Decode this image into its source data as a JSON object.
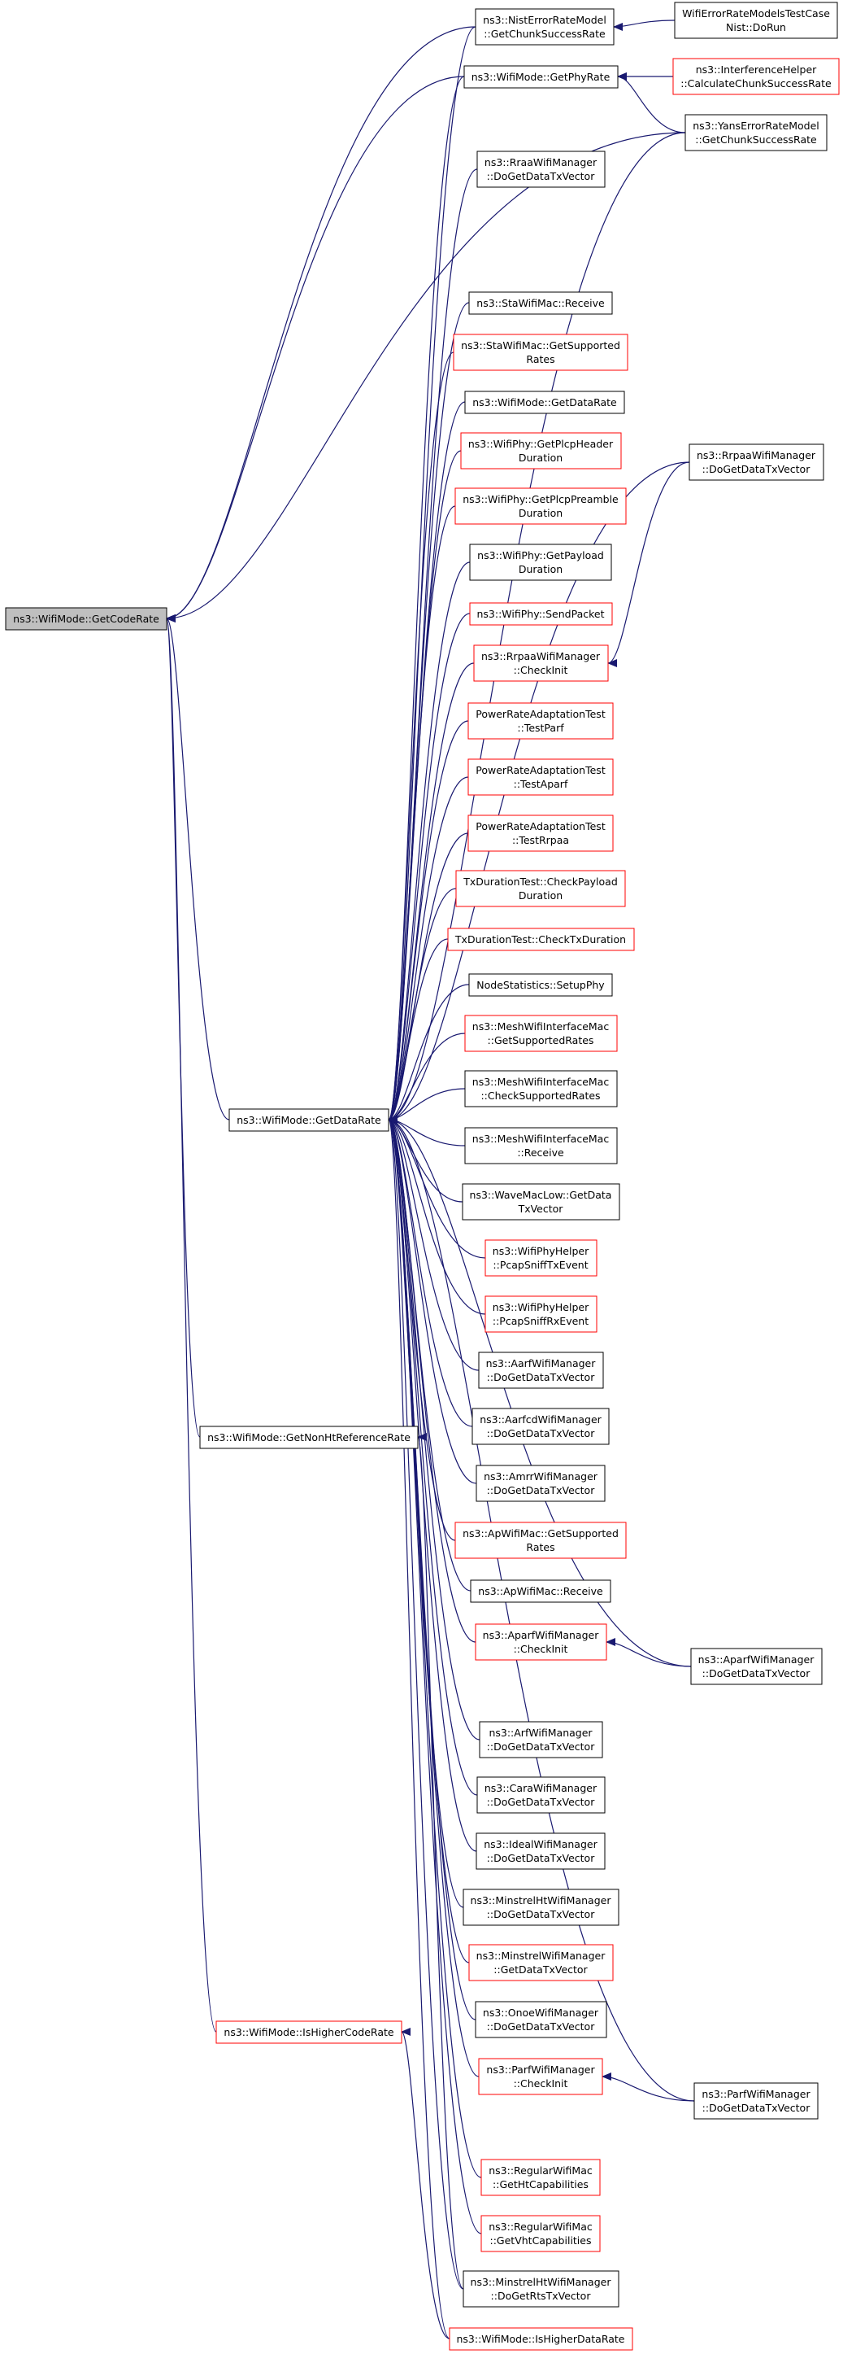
{
  "colors": {
    "edge": "#191970",
    "border_normal": "#000000",
    "border_red": "#ff0000",
    "root_fill": "#bfbfbf",
    "node_fill": "#ffffff",
    "text": "#000000"
  },
  "nodes": [
    {
      "id": "get-code-rate",
      "lines": [
        "ns3::WifiMode::GetCodeRate"
      ],
      "style": "root"
    },
    {
      "id": "get-data-rate-mid",
      "lines": [
        "ns3::WifiMode::GetDataRate"
      ],
      "style": "normal"
    },
    {
      "id": "get-non-ht-reference-rate",
      "lines": [
        "ns3::WifiMode::GetNonHtReferenceRate"
      ],
      "style": "normal"
    },
    {
      "id": "is-higher-code-rate",
      "lines": [
        "ns3::WifiMode::IsHigherCodeRate"
      ],
      "style": "red"
    },
    {
      "id": "nist-get-chunk-success-rate",
      "lines": [
        "ns3::NistErrorRateModel",
        "::GetChunkSuccessRate"
      ],
      "style": "normal"
    },
    {
      "id": "get-phy-rate",
      "lines": [
        "ns3::WifiMode::GetPhyRate"
      ],
      "style": "normal"
    },
    {
      "id": "rraa-do-get-data-tx-vector",
      "lines": [
        "ns3::RraaWifiManager",
        "::DoGetDataTxVector"
      ],
      "style": "normal"
    },
    {
      "id": "sta-receive",
      "lines": [
        "ns3::StaWifiMac::Receive"
      ],
      "style": "normal"
    },
    {
      "id": "sta-get-supported-rates",
      "lines": [
        "ns3::StaWifiMac::GetSupported",
        "Rates"
      ],
      "style": "red"
    },
    {
      "id": "get-data-rate-right",
      "lines": [
        "ns3::WifiMode::GetDataRate"
      ],
      "style": "normal"
    },
    {
      "id": "get-plcp-header-duration",
      "lines": [
        "ns3::WifiPhy::GetPlcpHeader",
        "Duration"
      ],
      "style": "red"
    },
    {
      "id": "get-plcp-preamble-duration",
      "lines": [
        "ns3::WifiPhy::GetPlcpPreamble",
        "Duration"
      ],
      "style": "red"
    },
    {
      "id": "get-payload-duration",
      "lines": [
        "ns3::WifiPhy::GetPayload",
        "Duration"
      ],
      "style": "normal"
    },
    {
      "id": "send-packet",
      "lines": [
        "ns3::WifiPhy::SendPacket"
      ],
      "style": "red"
    },
    {
      "id": "rrpaa-check-init",
      "lines": [
        "ns3::RrpaaWifiManager",
        "::CheckInit"
      ],
      "style": "red"
    },
    {
      "id": "test-parf",
      "lines": [
        "PowerRateAdaptationTest",
        "::TestParf"
      ],
      "style": "red"
    },
    {
      "id": "test-aparf",
      "lines": [
        "PowerRateAdaptationTest",
        "::TestAparf"
      ],
      "style": "red"
    },
    {
      "id": "test-rrpaa",
      "lines": [
        "PowerRateAdaptationTest",
        "::TestRrpaa"
      ],
      "style": "red"
    },
    {
      "id": "check-payload-duration",
      "lines": [
        "TxDurationTest::CheckPayload",
        "Duration"
      ],
      "style": "red"
    },
    {
      "id": "check-tx-duration",
      "lines": [
        "TxDurationTest::CheckTxDuration"
      ],
      "style": "red"
    },
    {
      "id": "setup-phy",
      "lines": [
        "NodeStatistics::SetupPhy"
      ],
      "style": "normal"
    },
    {
      "id": "mesh-get-supported-rates",
      "lines": [
        "ns3::MeshWifiInterfaceMac",
        "::GetSupportedRates"
      ],
      "style": "red"
    },
    {
      "id": "mesh-check-supported-rates",
      "lines": [
        "ns3::MeshWifiInterfaceMac",
        "::CheckSupportedRates"
      ],
      "style": "normal"
    },
    {
      "id": "mesh-receive",
      "lines": [
        "ns3::MeshWifiInterfaceMac",
        "::Receive"
      ],
      "style": "normal"
    },
    {
      "id": "wave-get-data-tx-vector",
      "lines": [
        "ns3::WaveMacLow::GetData",
        "TxVector"
      ],
      "style": "normal"
    },
    {
      "id": "pcap-sniff-tx-event",
      "lines": [
        "ns3::WifiPhyHelper",
        "::PcapSniffTxEvent"
      ],
      "style": "red"
    },
    {
      "id": "pcap-sniff-rx-event",
      "lines": [
        "ns3::WifiPhyHelper",
        "::PcapSniffRxEvent"
      ],
      "style": "red"
    },
    {
      "id": "aarf-do-get-data-tx-vector",
      "lines": [
        "ns3::AarfWifiManager",
        "::DoGetDataTxVector"
      ],
      "style": "normal"
    },
    {
      "id": "aarfcd-do-get-data-tx-vector",
      "lines": [
        "ns3::AarfcdWifiManager",
        "::DoGetDataTxVector"
      ],
      "style": "normal"
    },
    {
      "id": "amrr-do-get-data-tx-vector",
      "lines": [
        "ns3::AmrrWifiManager",
        "::DoGetDataTxVector"
      ],
      "style": "normal"
    },
    {
      "id": "ap-get-supported-rates",
      "lines": [
        "ns3::ApWifiMac::GetSupported",
        "Rates"
      ],
      "style": "red"
    },
    {
      "id": "ap-receive",
      "lines": [
        "ns3::ApWifiMac::Receive"
      ],
      "style": "normal"
    },
    {
      "id": "aparf-check-init",
      "lines": [
        "ns3::AparfWifiManager",
        "::CheckInit"
      ],
      "style": "red"
    },
    {
      "id": "arf-do-get-data-tx-vector",
      "lines": [
        "ns3::ArfWifiManager",
        "::DoGetDataTxVector"
      ],
      "style": "normal"
    },
    {
      "id": "cara-do-get-data-tx-vector",
      "lines": [
        "ns3::CaraWifiManager",
        "::DoGetDataTxVector"
      ],
      "style": "normal"
    },
    {
      "id": "ideal-do-get-data-tx-vector",
      "lines": [
        "ns3::IdealWifiManager",
        "::DoGetDataTxVector"
      ],
      "style": "normal"
    },
    {
      "id": "minstrel-ht-do-get-data-tx-vector",
      "lines": [
        "ns3::MinstrelHtWifiManager",
        "::DoGetDataTxVector"
      ],
      "style": "normal"
    },
    {
      "id": "minstrel-get-data-tx-vector",
      "lines": [
        "ns3::MinstrelWifiManager",
        "::GetDataTxVector"
      ],
      "style": "red"
    },
    {
      "id": "onoe-do-get-data-tx-vector",
      "lines": [
        "ns3::OnoeWifiManager",
        "::DoGetDataTxVector"
      ],
      "style": "normal"
    },
    {
      "id": "parf-check-init",
      "lines": [
        "ns3::ParfWifiManager",
        "::CheckInit"
      ],
      "style": "red"
    },
    {
      "id": "regular-get-ht-capabilities",
      "lines": [
        "ns3::RegularWifiMac",
        "::GetHtCapabilities"
      ],
      "style": "red"
    },
    {
      "id": "regular-get-vht-capabilities",
      "lines": [
        "ns3::RegularWifiMac",
        "::GetVhtCapabilities"
      ],
      "style": "red"
    },
    {
      "id": "minstrel-ht-do-get-rts-tx-vector",
      "lines": [
        "ns3::MinstrelHtWifiManager",
        "::DoGetRtsTxVector"
      ],
      "style": "normal"
    },
    {
      "id": "is-higher-data-rate",
      "lines": [
        "ns3::WifiMode::IsHigherDataRate"
      ],
      "style": "red"
    },
    {
      "id": "nist-do-run",
      "lines": [
        "WifiErrorRateModelsTestCase",
        "Nist::DoRun"
      ],
      "style": "normal"
    },
    {
      "id": "calculate-chunk-success-rate",
      "lines": [
        "ns3::InterferenceHelper",
        "::CalculateChunkSuccessRate"
      ],
      "style": "red"
    },
    {
      "id": "yans-get-chunk-success-rate",
      "lines": [
        "ns3::YansErrorRateModel",
        "::GetChunkSuccessRate"
      ],
      "style": "normal"
    },
    {
      "id": "rrpaa-do-get-data-tx-vector",
      "lines": [
        "ns3::RrpaaWifiManager",
        "::DoGetDataTxVector"
      ],
      "style": "normal"
    },
    {
      "id": "aparf-do-get-data-tx-vector",
      "lines": [
        "ns3::AparfWifiManager",
        "::DoGetDataTxVector"
      ],
      "style": "normal"
    },
    {
      "id": "parf-do-get-data-tx-vector",
      "lines": [
        "ns3::ParfWifiManager",
        "::DoGetDataTxVector"
      ],
      "style": "normal"
    }
  ],
  "edges": [
    {
      "from": "nist-get-chunk-success-rate",
      "to": "get-code-rate"
    },
    {
      "from": "get-phy-rate",
      "to": "get-code-rate"
    },
    {
      "from": "yans-get-chunk-success-rate",
      "to": "get-code-rate"
    },
    {
      "from": "get-data-rate-mid",
      "to": "get-code-rate"
    },
    {
      "from": "get-non-ht-reference-rate",
      "to": "get-code-rate"
    },
    {
      "from": "is-higher-code-rate",
      "to": "get-code-rate"
    },
    {
      "from": "nist-do-run",
      "to": "nist-get-chunk-success-rate"
    },
    {
      "from": "calculate-chunk-success-rate",
      "to": "get-phy-rate"
    },
    {
      "from": "yans-get-chunk-success-rate",
      "to": "get-phy-rate"
    },
    {
      "from": "rrpaa-do-get-data-tx-vector",
      "to": "rrpaa-check-init"
    },
    {
      "from": "aparf-do-get-data-tx-vector",
      "to": "aparf-check-init"
    },
    {
      "from": "parf-do-get-data-tx-vector",
      "to": "parf-check-init"
    },
    {
      "from": "minstrel-ht-do-get-rts-tx-vector",
      "to": "get-non-ht-reference-rate"
    },
    {
      "from": "is-higher-data-rate",
      "to": "is-higher-code-rate"
    },
    {
      "from": "nist-get-chunk-success-rate",
      "to": "get-data-rate-mid"
    },
    {
      "from": "get-phy-rate",
      "to": "get-data-rate-mid"
    },
    {
      "from": "rraa-do-get-data-tx-vector",
      "to": "get-data-rate-mid"
    },
    {
      "from": "yans-get-chunk-success-rate",
      "to": "get-data-rate-mid"
    },
    {
      "from": "rrpaa-do-get-data-tx-vector",
      "to": "get-data-rate-mid"
    },
    {
      "from": "sta-receive",
      "to": "get-data-rate-mid"
    },
    {
      "from": "sta-get-supported-rates",
      "to": "get-data-rate-mid"
    },
    {
      "from": "get-data-rate-right",
      "to": "get-data-rate-mid"
    },
    {
      "from": "get-plcp-header-duration",
      "to": "get-data-rate-mid"
    },
    {
      "from": "get-plcp-preamble-duration",
      "to": "get-data-rate-mid"
    },
    {
      "from": "get-payload-duration",
      "to": "get-data-rate-mid"
    },
    {
      "from": "send-packet",
      "to": "get-data-rate-mid"
    },
    {
      "from": "rrpaa-check-init",
      "to": "get-data-rate-mid"
    },
    {
      "from": "test-parf",
      "to": "get-data-rate-mid"
    },
    {
      "from": "test-aparf",
      "to": "get-data-rate-mid"
    },
    {
      "from": "test-rrpaa",
      "to": "get-data-rate-mid"
    },
    {
      "from": "check-payload-duration",
      "to": "get-data-rate-mid"
    },
    {
      "from": "check-tx-duration",
      "to": "get-data-rate-mid"
    },
    {
      "from": "setup-phy",
      "to": "get-data-rate-mid"
    },
    {
      "from": "mesh-get-supported-rates",
      "to": "get-data-rate-mid"
    },
    {
      "from": "mesh-check-supported-rates",
      "to": "get-data-rate-mid"
    },
    {
      "from": "mesh-receive",
      "to": "get-data-rate-mid"
    },
    {
      "from": "wave-get-data-tx-vector",
      "to": "get-data-rate-mid"
    },
    {
      "from": "pcap-sniff-tx-event",
      "to": "get-data-rate-mid"
    },
    {
      "from": "pcap-sniff-rx-event",
      "to": "get-data-rate-mid"
    },
    {
      "from": "aarf-do-get-data-tx-vector",
      "to": "get-data-rate-mid"
    },
    {
      "from": "aarfcd-do-get-data-tx-vector",
      "to": "get-data-rate-mid"
    },
    {
      "from": "amrr-do-get-data-tx-vector",
      "to": "get-data-rate-mid"
    },
    {
      "from": "ap-get-supported-rates",
      "to": "get-data-rate-mid"
    },
    {
      "from": "ap-receive",
      "to": "get-data-rate-mid"
    },
    {
      "from": "aparf-check-init",
      "to": "get-data-rate-mid"
    },
    {
      "from": "aparf-do-get-data-tx-vector",
      "to": "get-data-rate-mid"
    },
    {
      "from": "arf-do-get-data-tx-vector",
      "to": "get-data-rate-mid"
    },
    {
      "from": "cara-do-get-data-tx-vector",
      "to": "get-data-rate-mid"
    },
    {
      "from": "ideal-do-get-data-tx-vector",
      "to": "get-data-rate-mid"
    },
    {
      "from": "minstrel-ht-do-get-data-tx-vector",
      "to": "get-data-rate-mid"
    },
    {
      "from": "minstrel-get-data-tx-vector",
      "to": "get-data-rate-mid"
    },
    {
      "from": "onoe-do-get-data-tx-vector",
      "to": "get-data-rate-mid"
    },
    {
      "from": "parf-check-init",
      "to": "get-data-rate-mid"
    },
    {
      "from": "parf-do-get-data-tx-vector",
      "to": "get-data-rate-mid"
    },
    {
      "from": "regular-get-ht-capabilities",
      "to": "get-data-rate-mid"
    },
    {
      "from": "regular-get-vht-capabilities",
      "to": "get-data-rate-mid"
    },
    {
      "from": "minstrel-ht-do-get-rts-tx-vector",
      "to": "get-data-rate-mid"
    },
    {
      "from": "is-higher-data-rate",
      "to": "get-data-rate-mid"
    }
  ]
}
